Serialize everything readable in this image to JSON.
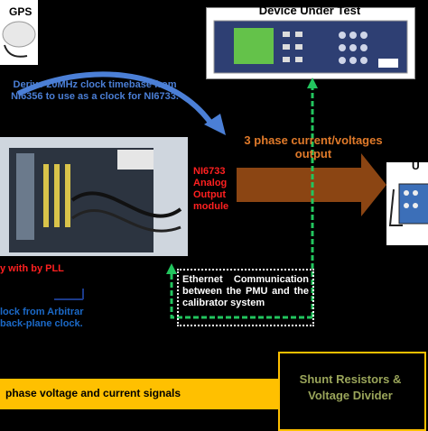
{
  "labels": {
    "gps": "GPS",
    "device_under_test": "Device Under Test",
    "unit": "U",
    "clock_derive": "Derive 20MHz clock timebase from NI6356 to use as a clock for NI6733.",
    "ni_module": "NI6733 Analog Output module",
    "phase_output": "3 phase current/voltages output",
    "pll": "y with by PLL",
    "clock_from": "lock from Arbitrar back-plane clock.",
    "ethernet": "Ethernet Communication between the PMU and the calibrator system",
    "phase_signals": "phase voltage and current signals",
    "shunt": "Shunt Resistors & Voltage Divider"
  },
  "colors": {
    "blue_arrow": "#4b7fd6",
    "orange_arrow": "#8b4513",
    "green_arrow": "#22c55e",
    "red_text": "#ff2020",
    "yellow_bar": "#ffc000"
  }
}
